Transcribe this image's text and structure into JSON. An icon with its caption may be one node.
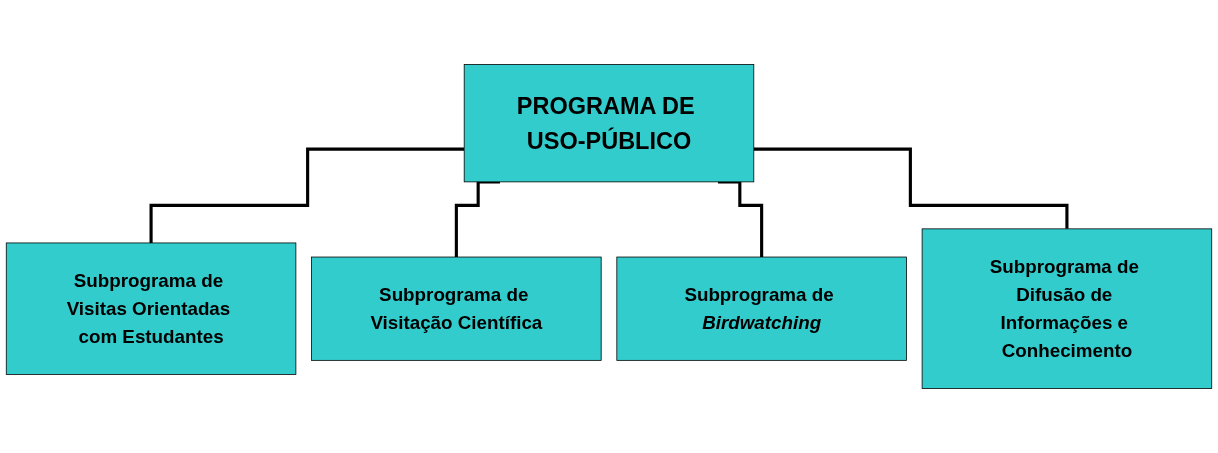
{
  "diagram": {
    "nodes": [
      {
        "text": [
          "PROGRAMA DE USO-PÚBLICO"
        ]
      },
      {
        "text": [
          "Subprograma de Visitas Orientadas com Estudantes"
        ]
      },
      {
        "text": [
          "Subprograma de Visitação Científica"
        ]
      },
      {
        "text": [
          "Subprograma de *Birdwatching*"
        ]
      },
      {
        "text": [
          "Subprograma de Difusão de Informações e Conhecimento"
        ]
      }
    ],
    "edges": [
      {
        "from": 0,
        "to": 1,
        "arrow": "none"
      },
      {
        "from": 0,
        "to": 2,
        "arrow": "none"
      },
      {
        "from": 0,
        "to": 3,
        "arrow": "none"
      },
      {
        "from": 0,
        "to": 4,
        "arrow": "none"
      }
    ]
  }
}
